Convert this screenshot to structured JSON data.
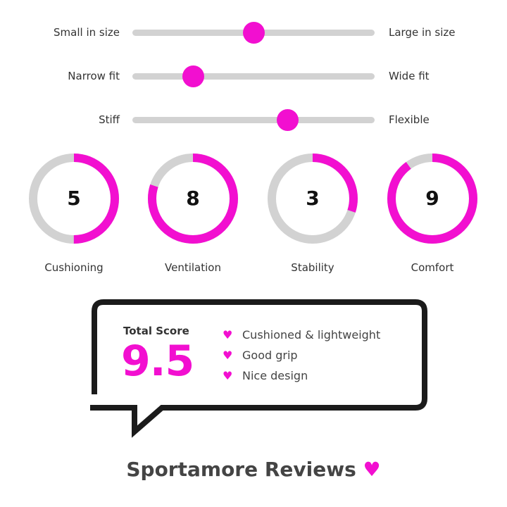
{
  "sliders": [
    {
      "left": "Small in size",
      "right": "Large in size",
      "value": 0.5
    },
    {
      "left": "Narrow fit",
      "right": "Wide fit",
      "value": 0.25
    },
    {
      "left": "Stiff",
      "right": "Flexible",
      "value": 0.64
    }
  ],
  "ratings": [
    {
      "label": "Cushioning",
      "value": "5",
      "score": 5
    },
    {
      "label": "Ventilation",
      "value": "8",
      "score": 8
    },
    {
      "label": "Stability",
      "value": "3",
      "score": 3
    },
    {
      "label": "Comfort",
      "value": "9",
      "score": 9
    }
  ],
  "rating_max": 10,
  "summary": {
    "total_label": "Total Score",
    "total": "9.5",
    "pros": [
      "Cushioned & lightweight",
      "Good grip",
      "Nice design"
    ]
  },
  "brand": "Sportamore Reviews",
  "colors": {
    "accent": "#f20fd0",
    "track": "#d2d2d2"
  }
}
